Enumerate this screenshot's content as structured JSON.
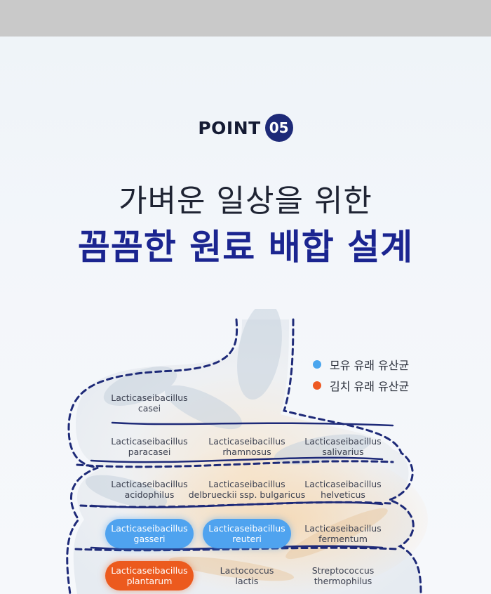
{
  "header": {
    "point_label": "POINT",
    "point_number": "05"
  },
  "headline": {
    "line1": "가벼운 일상을 위한",
    "line2": "꼼꼼한 원료 배합 설계"
  },
  "legend": [
    {
      "label": "모유 유래 유산균",
      "color": "#4aa6ee"
    },
    {
      "label": "김치 유래 유산균",
      "color": "#ee5a22"
    }
  ],
  "strains": [
    {
      "line1": "Lacticaseibacillus",
      "line2": "casei",
      "highlight": "none"
    },
    {
      "line1": "Lacticaseibacillus",
      "line2": "paracasei",
      "highlight": "none"
    },
    {
      "line1": "Lacticaseibacillus",
      "line2": "rhamnosus",
      "highlight": "none"
    },
    {
      "line1": "Lacticaseibacillus",
      "line2": "salivarius",
      "highlight": "none"
    },
    {
      "line1": "Lacticaseibacillus",
      "line2": "acidophilus",
      "highlight": "none"
    },
    {
      "line1": "Lacticaseibacillus",
      "line2": "delbrueckii ssp. bulgaricus",
      "highlight": "none"
    },
    {
      "line1": "Lacticaseibacillus",
      "line2": "helveticus",
      "highlight": "none"
    },
    {
      "line1": "Lacticaseibacillus",
      "line2": "gasseri",
      "highlight": "blue"
    },
    {
      "line1": "Lacticaseibacillus",
      "line2": "reuteri",
      "highlight": "blue"
    },
    {
      "line1": "Lacticaseibacillus",
      "line2": "fermentum",
      "highlight": "none"
    },
    {
      "line1": "Lacticaseibacillus",
      "line2": "plantarum",
      "highlight": "orange"
    },
    {
      "line1": "Lactococcus",
      "line2": "lactis",
      "highlight": "none"
    },
    {
      "line1": "Streptococcus",
      "line2": "thermophilus",
      "highlight": "none"
    }
  ]
}
